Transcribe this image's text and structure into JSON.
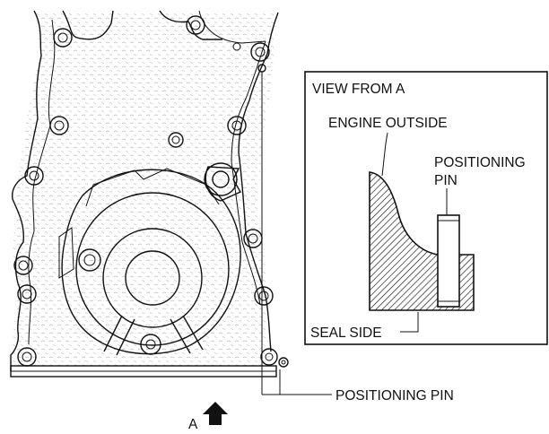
{
  "labels": {
    "view_title": "VIEW FROM A",
    "engine_outside": "ENGINE OUTSIDE",
    "positioning_pin_inset_line1": "POSITIONING",
    "positioning_pin_inset_line2": "PIN",
    "seal_side": "SEAL SIDE",
    "positioning_pin_main": "POSITIONING PIN",
    "view_arrow": "A"
  }
}
